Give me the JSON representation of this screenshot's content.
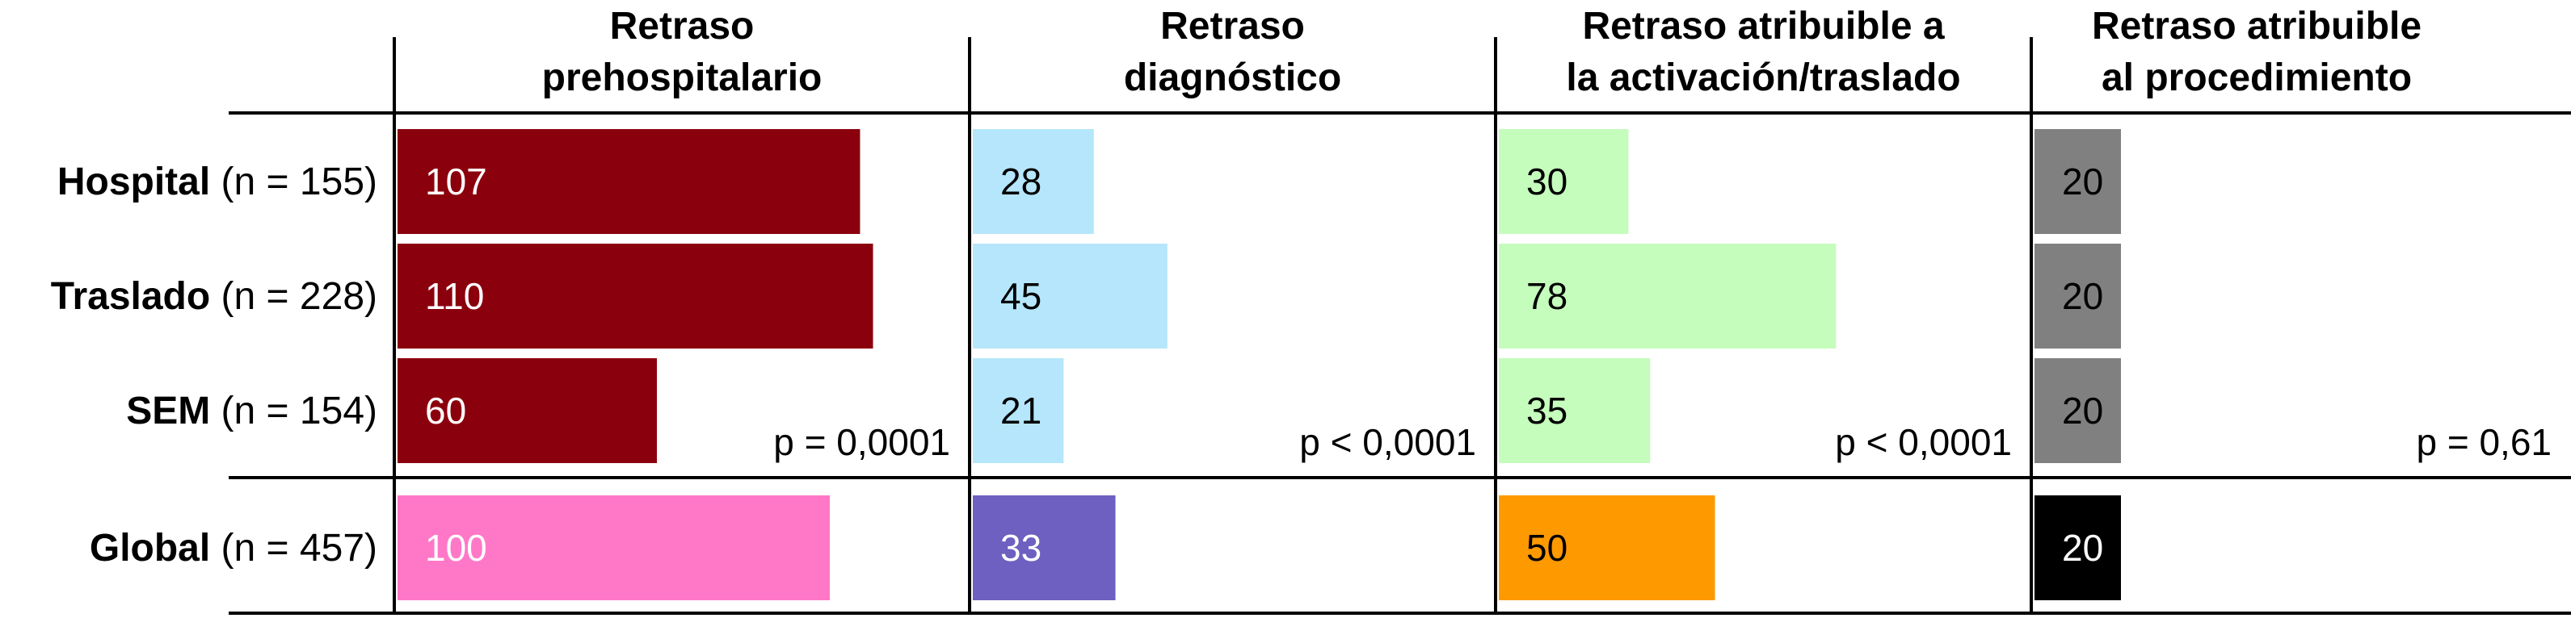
{
  "chart_data": {
    "type": "bar",
    "panels": [
      {
        "title_lines": [
          "Retraso",
          "prehospitalario"
        ],
        "p_value": "p = 0,0001",
        "colors": [
          "#8b000d",
          "#8b000d",
          "#8b000d",
          "#ff78c8"
        ],
        "text_colors": [
          "#ffffff",
          "#ffffff",
          "#ffffff",
          "#ffffff"
        ],
        "values": [
          107,
          110,
          60,
          100
        ]
      },
      {
        "title_lines": [
          "Retraso",
          "diagnóstico"
        ],
        "p_value": "p < 0,0001",
        "colors": [
          "#b5e6fb",
          "#b5e6fb",
          "#b5e6fb",
          "#6d60c0"
        ],
        "text_colors": [
          "#000000",
          "#000000",
          "#000000",
          "#ffffff"
        ],
        "values": [
          28,
          45,
          21,
          33
        ]
      },
      {
        "title_lines": [
          "Retraso atribuible a",
          "la activación/traslado"
        ],
        "p_value": "p < 0,0001",
        "colors": [
          "#c5fdbc",
          "#c5fdbc",
          "#c5fdbc",
          "#ff9900"
        ],
        "text_colors": [
          "#000000",
          "#000000",
          "#000000",
          "#000000"
        ],
        "values": [
          30,
          78,
          35,
          50
        ]
      },
      {
        "title_lines": [
          "Retraso atribuible",
          "al procedimiento"
        ],
        "p_value": "p = 0,61",
        "colors": [
          "#808080",
          "#808080",
          "#808080",
          "#000000"
        ],
        "text_colors": [
          "#000000",
          "#000000",
          "#000000",
          "#ffffff"
        ],
        "values": [
          20,
          20,
          20,
          20
        ]
      }
    ],
    "rows": [
      {
        "name": "Hospital",
        "n": "(n = 155)"
      },
      {
        "name": "Traslado",
        "n": "(n = 228)"
      },
      {
        "name": "SEM",
        "n": "(n = 154)"
      },
      {
        "name": "Global",
        "n": "(n = 457)"
      }
    ]
  }
}
